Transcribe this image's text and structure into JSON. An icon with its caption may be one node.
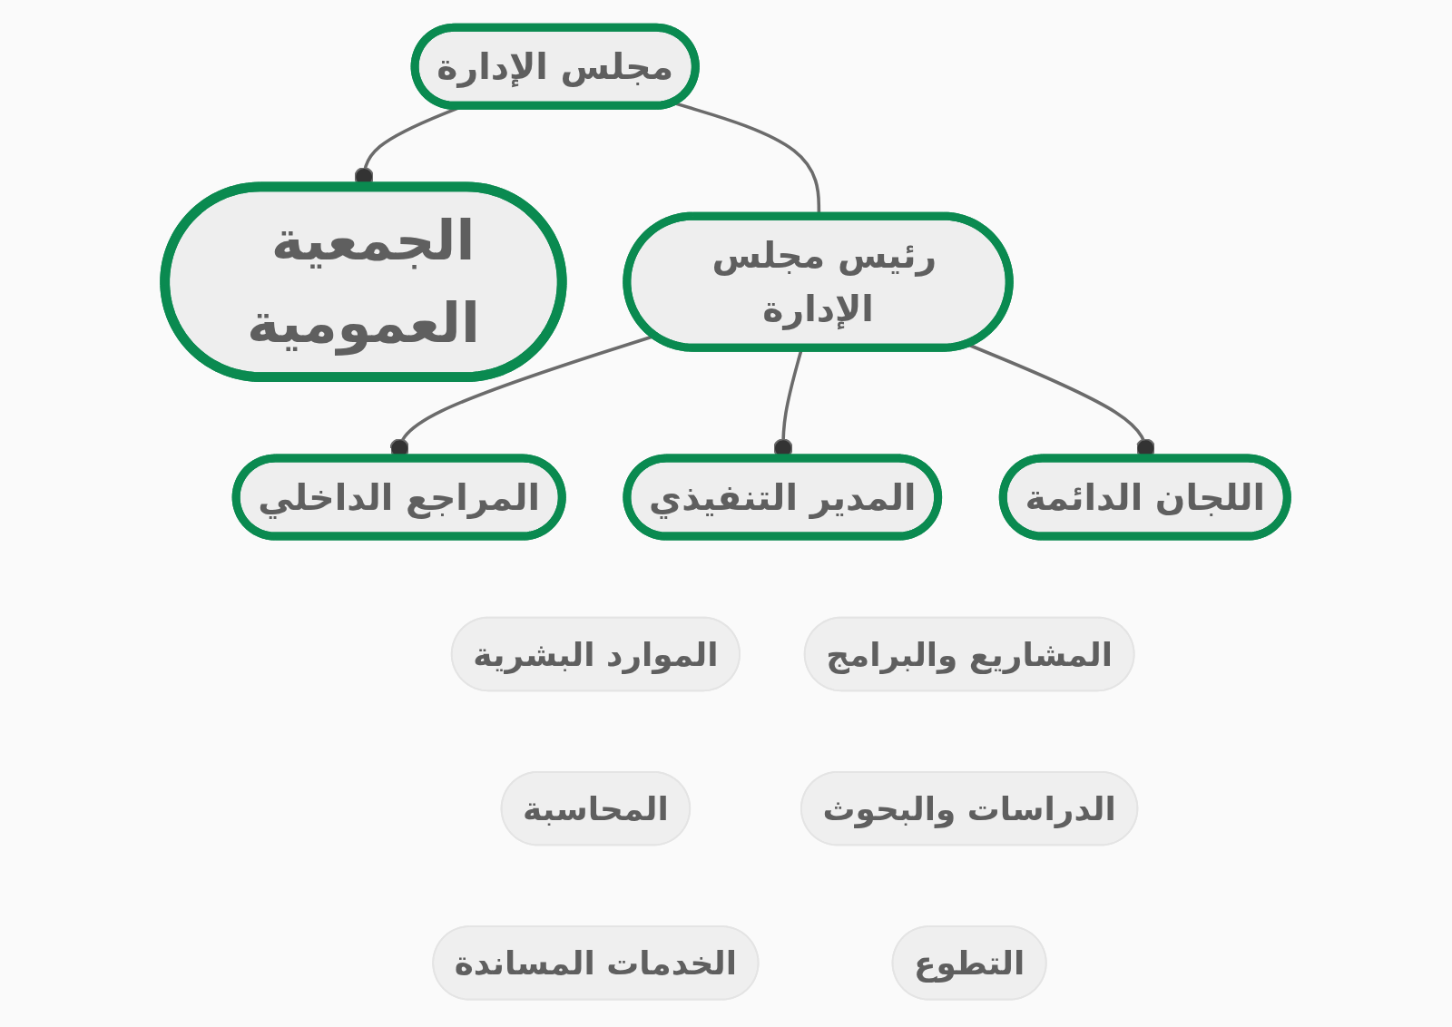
{
  "diagram": {
    "nodes": [
      {
        "text": [
          "الجمعية العمومية"
        ]
      },
      {
        "text": [
          "مجلس الإدارة"
        ]
      },
      {
        "text": [
          "رئيس مجلس الإدارة"
        ]
      },
      {
        "text": [
          "المراجع الداخلي"
        ]
      },
      {
        "text": [
          "المدير التنفيذي"
        ]
      },
      {
        "text": [
          "اللجان الدائمة"
        ]
      },
      {
        "text": [
          "الموارد البشرية"
        ]
      },
      {
        "text": [
          "المشاريع والبرامج"
        ]
      },
      {
        "text": [
          "المحاسبة"
        ]
      },
      {
        "text": [
          "الدراسات والبحوث"
        ]
      },
      {
        "text": [
          "الخدمات المساندة"
        ]
      },
      {
        "text": [
          "التطوع"
        ]
      }
    ],
    "edges": [
      {
        "from": 1,
        "to": 0,
        "arrow": "other"
      },
      {
        "from": 1,
        "to": 2,
        "arrow": "none"
      },
      {
        "from": 2,
        "to": 3,
        "arrow": "other"
      },
      {
        "from": 2,
        "to": 4,
        "arrow": "other"
      },
      {
        "from": 2,
        "to": 5,
        "arrow": "other"
      }
    ]
  }
}
